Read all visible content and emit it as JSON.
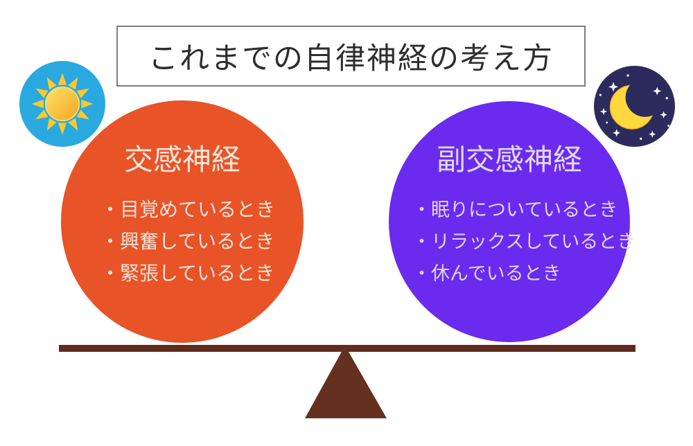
{
  "title": {
    "text": "これまでの自律神経の考え方"
  },
  "sun_badge": {
    "icon": "sun-icon",
    "bg_color": "#2AA9E0",
    "sun_color": "#F9C931"
  },
  "moon_badge": {
    "icon": "moon-icon",
    "bg_color": "#2D2B5E",
    "moon_color": "#FFD83E"
  },
  "left_circle": {
    "heading": "交感神経",
    "items": [
      "・目覚めているとき",
      "・興奮しているとき",
      "・緊張しているとき"
    ],
    "color": "#E85327",
    "text_color": "#FAE6DC"
  },
  "right_circle": {
    "heading": "副交感神経",
    "items": [
      "・眠りについているとき",
      "・リラックスしているとき",
      "・休んでいるとき"
    ],
    "color": "#6A2BEF",
    "text_color": "#E2D8F8"
  },
  "balance": {
    "bar_color": "#5E2B1D",
    "fulcrum_color": "#643020"
  }
}
